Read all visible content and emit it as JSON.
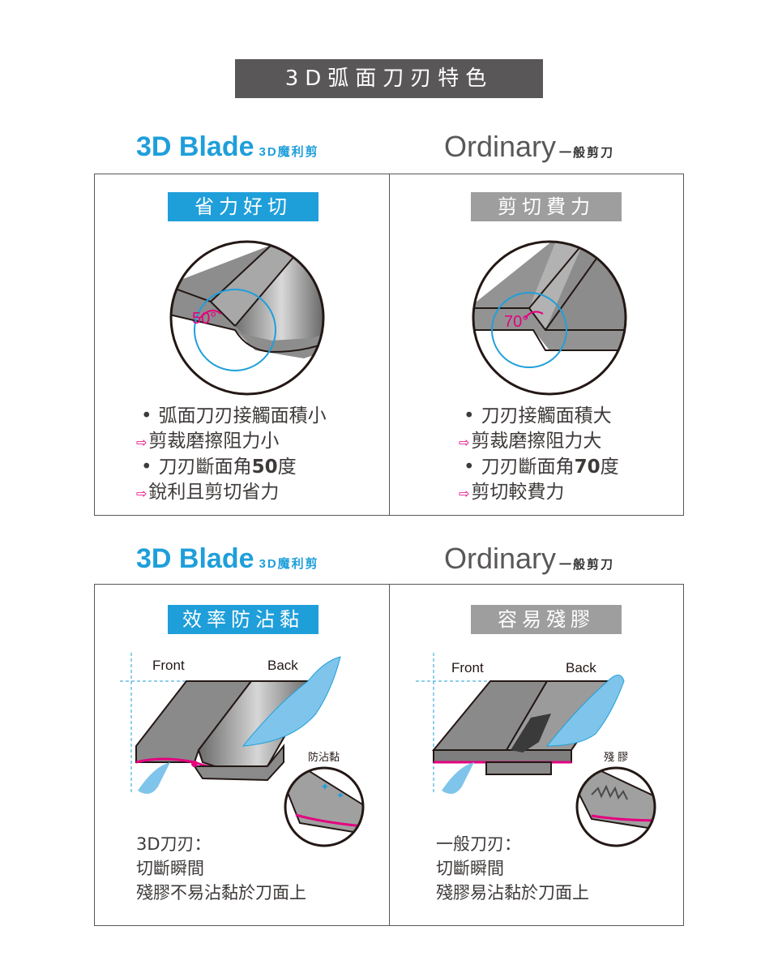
{
  "banner": {
    "title": "3D弧面刀刃特色"
  },
  "row1": {
    "left_brand": {
      "main": "3D Blade",
      "sub": "3D魔利剪"
    },
    "right_brand": {
      "main": "Ordinary",
      "sub": "一般剪刀"
    },
    "left_label": "省力好切",
    "right_label": "剪切費力",
    "left_angle": "50°",
    "right_angle": "70°",
    "left_bullets": [
      {
        "mark": "•",
        "text": "弧面刀刃接觸面積小"
      },
      {
        "mark": "⇨",
        "text": "剪裁磨擦阻力小"
      },
      {
        "mark": "•",
        "text": "刀刃斷面角",
        "bold": "50",
        "tail": "度"
      },
      {
        "mark": "⇨",
        "text": "銳利且剪切省力"
      }
    ],
    "right_bullets": [
      {
        "mark": "•",
        "text": "刀刃接觸面積大"
      },
      {
        "mark": "⇨",
        "text": "剪裁磨擦阻力大"
      },
      {
        "mark": "•",
        "text": "刀刃斷面角",
        "bold": "70",
        "tail": "度"
      },
      {
        "mark": "⇨",
        "text": "剪切較費力"
      }
    ]
  },
  "row2": {
    "left_brand": {
      "main": "3D Blade",
      "sub": "3D魔利剪"
    },
    "right_brand": {
      "main": "Ordinary",
      "sub": "一般剪刀"
    },
    "left_label": "效率防沾黏",
    "right_label": "容易殘膠",
    "front": "Front",
    "back": "Back",
    "left_callout": "防沾黏",
    "right_callout": "殘 膠",
    "left_desc": [
      "3D刀刃：",
      "切斷瞬間",
      "殘膠不易沾黏於刀面上"
    ],
    "right_desc": [
      "一般刀刃：",
      "切斷瞬間",
      "殘膠易沾黏於刀面上"
    ]
  },
  "colors": {
    "blue": "#1f9fda",
    "gray": "#9e9e9f",
    "dark": "#595757",
    "magenta": "#e4007f"
  }
}
